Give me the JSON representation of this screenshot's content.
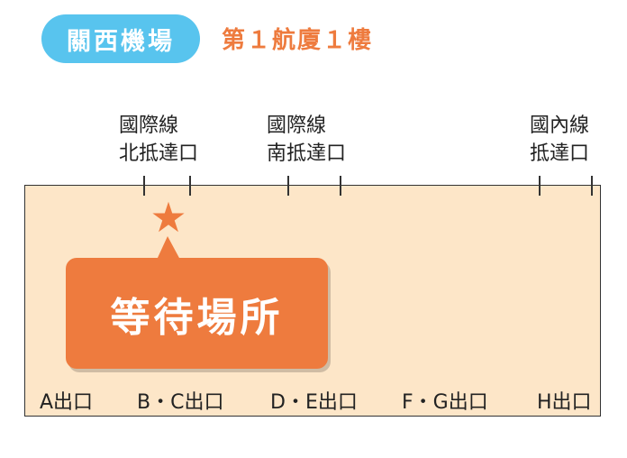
{
  "header": {
    "airport_badge": "關西機場",
    "floor_title": "第１航廈１樓"
  },
  "counters": [
    {
      "line1": "國際線",
      "line2": "北抵達口"
    },
    {
      "line1": "國際線",
      "line2": "南抵達口"
    },
    {
      "line1": "國內線",
      "line2": "抵達口"
    }
  ],
  "meeting_point": {
    "icon": "star-icon",
    "label": "等待場所"
  },
  "exits": [
    "A出口",
    "B・C出口",
    "D・E出口",
    "F・G出口",
    "H出口"
  ],
  "colors": {
    "badge": "#58c4ee",
    "accent": "#ee7b3e",
    "hall_fill": "#fde6c8"
  }
}
